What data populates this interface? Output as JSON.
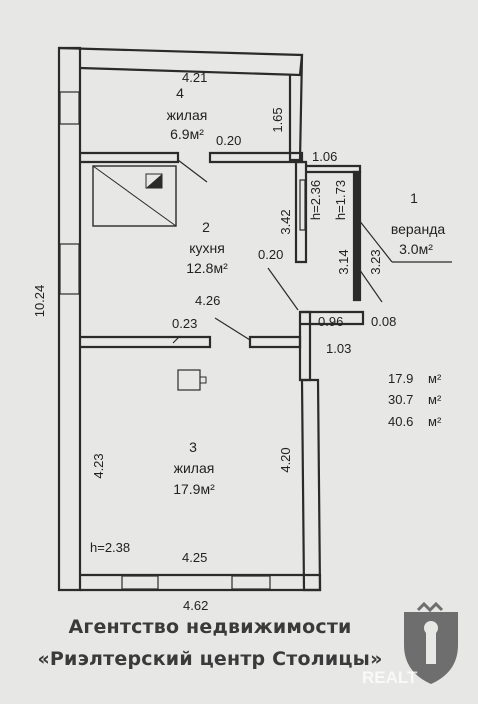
{
  "rooms": [
    {
      "number": "4",
      "name": "жилая",
      "area": "6.9м²"
    },
    {
      "number": "2",
      "name": "кухня",
      "area": "12.8м²"
    },
    {
      "number": "3",
      "name": "жилая",
      "area": "17.9м²"
    },
    {
      "number": "1",
      "name": "веранда",
      "area": "3.0м²"
    }
  ],
  "dimensions": {
    "top_width": "4.21",
    "room4_height": "1.65",
    "room4_door": "0.20",
    "veranda_top": "1.06",
    "h_236": "h=2.36",
    "h_173": "h=1.73",
    "kitchen_right": "3.42",
    "kitchen_door": "0.20",
    "veranda_left": "3.14",
    "veranda_right": "3.23",
    "kitchen_bottom": "4.26",
    "wall_023": "0.23",
    "d_096": "0.96",
    "d_008": "0.08",
    "d_103": "1.03",
    "left_total": "10.24",
    "room3_left": "4.23",
    "room3_right": "4.20",
    "h_238": "h=2.38",
    "room3_bottom": "4.25",
    "outer_bottom": "4.62"
  },
  "summary": [
    "17.9",
    "30.7",
    "40.6"
  ],
  "summary_unit": "м²",
  "footer": {
    "line1": "Агентство недвижимости",
    "line2": "«Риэлтерский центр Столицы»"
  },
  "watermark": "REALT",
  "colors": {
    "wall": "#2b2b2b",
    "paper": "#e7e7e5",
    "shield": "#6e6e6e"
  }
}
